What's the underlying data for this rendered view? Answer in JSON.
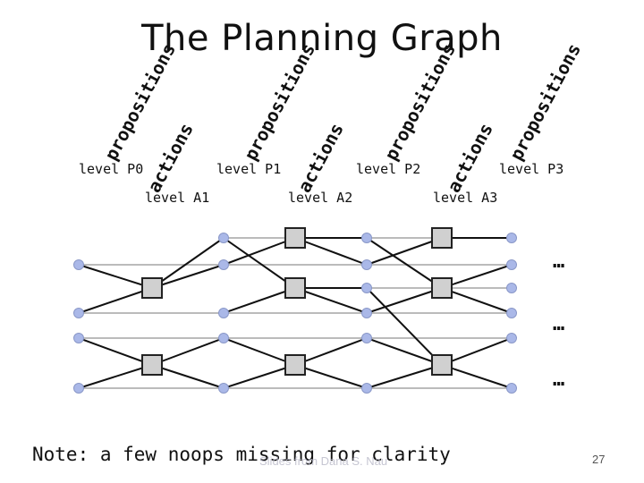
{
  "title": "The Planning Graph",
  "column_labels": {
    "propositions": "propositions",
    "actions": "actions"
  },
  "levels": {
    "P0": "level P0",
    "A1": "level A1",
    "P1": "level P1",
    "A2": "level A2",
    "P2": "level P2",
    "A3": "level A3",
    "P3": "level P3"
  },
  "ellipsis": "…",
  "note": "Note: a few noops missing for clarity",
  "watermark": "Slides from Dana S. Nau",
  "page_number": "27",
  "colors": {
    "proposition_node": "#aab8e8",
    "action_node": "#d0d0d0",
    "noop_line": "#bbbbbb",
    "edge": "#111111"
  }
}
